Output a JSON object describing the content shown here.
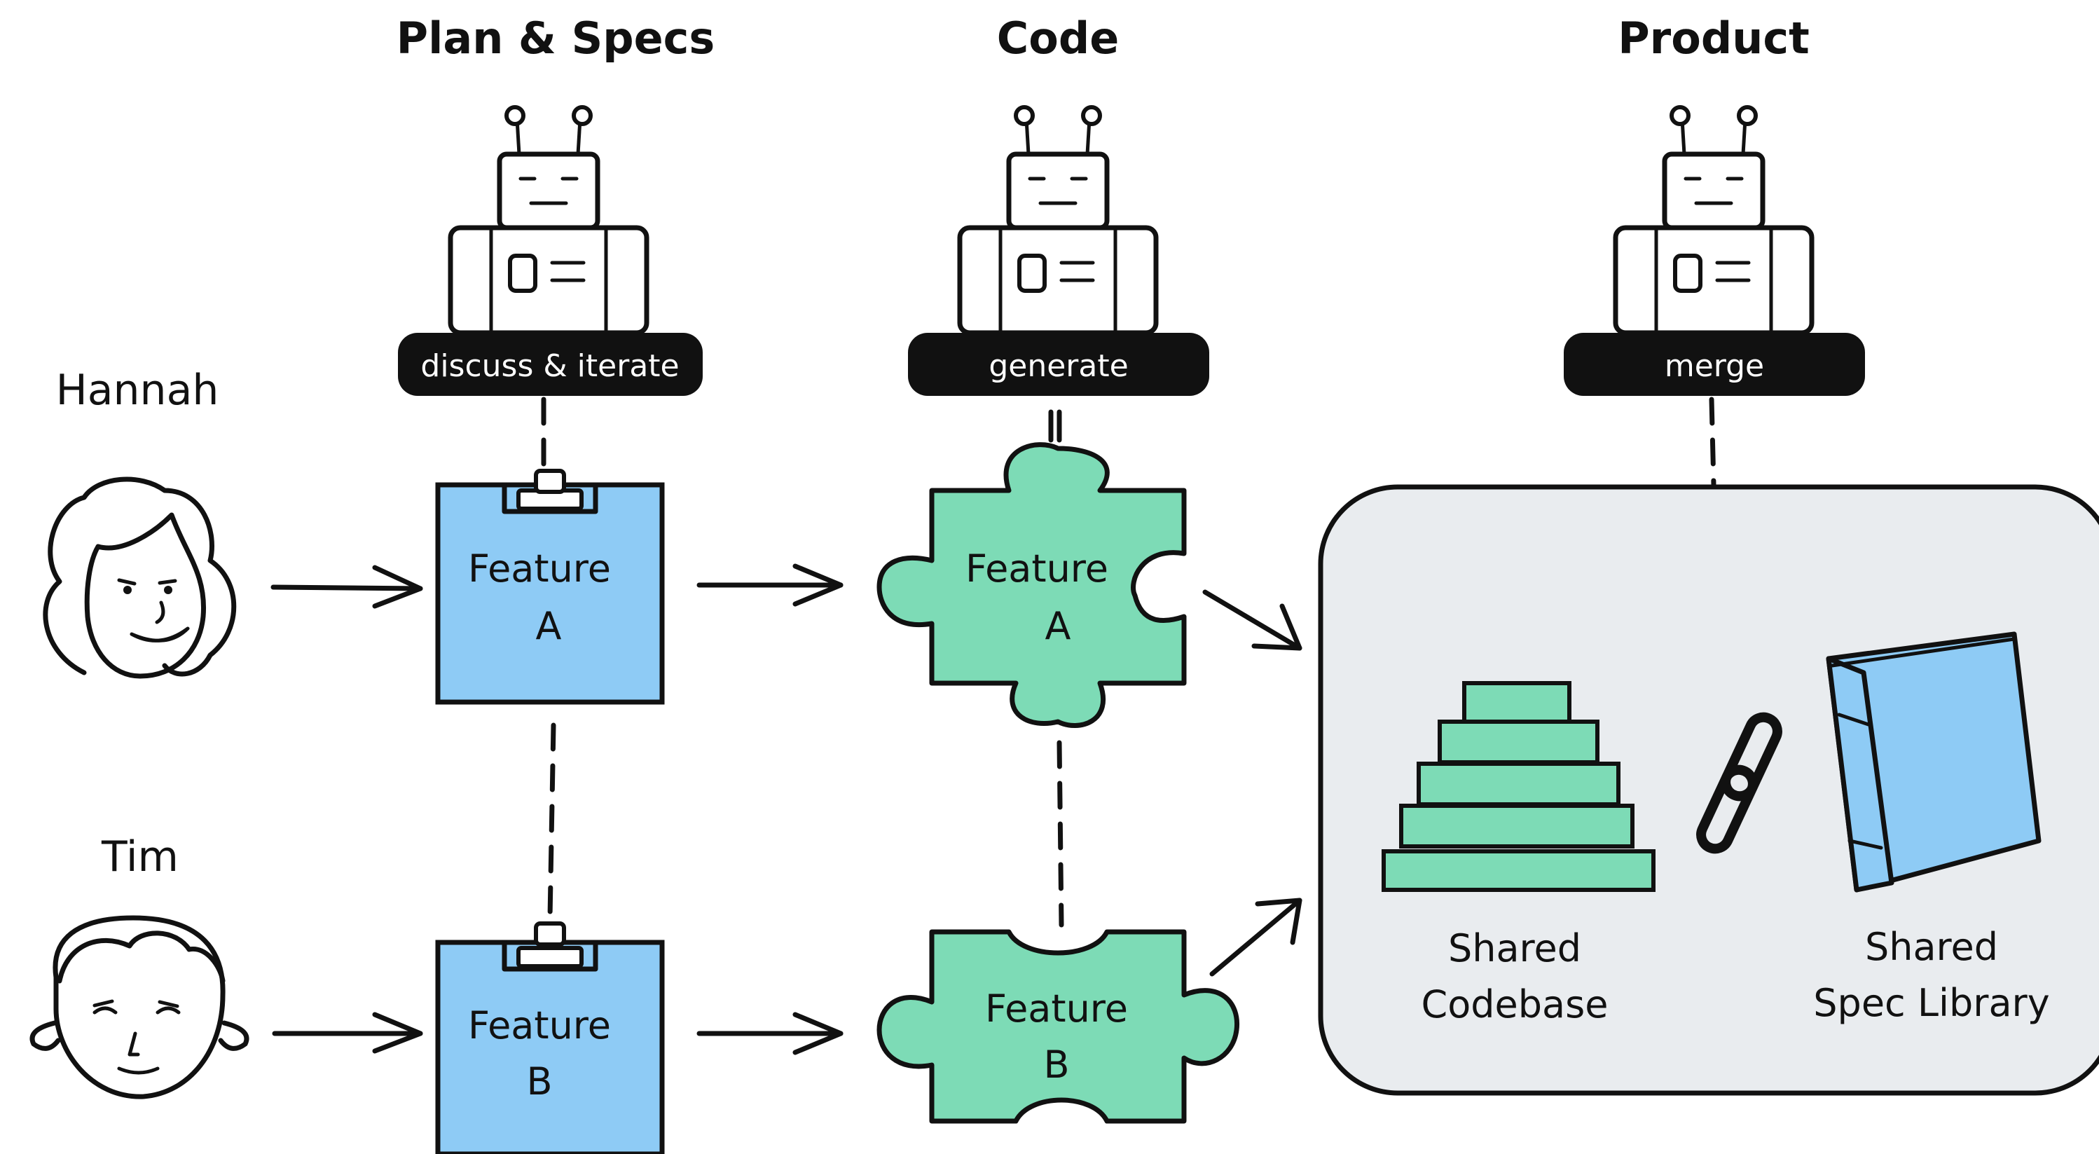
{
  "columns": {
    "plan": "Plan & Specs",
    "code": "Code",
    "product": "Product"
  },
  "people": {
    "hannah": "Hannah",
    "tim": "Tim"
  },
  "agents": {
    "plan_action": "discuss & iterate",
    "code_action": "generate",
    "product_action": "merge"
  },
  "specs": {
    "a": {
      "line1": "Feature",
      "line2": "A"
    },
    "b": {
      "line1": "Feature",
      "line2": "B"
    }
  },
  "code_pieces": {
    "a": {
      "line1": "Feature",
      "line2": "A"
    },
    "b": {
      "line1": "Feature",
      "line2": "B"
    }
  },
  "product": {
    "codebase": {
      "line1": "Shared",
      "line2": "Codebase"
    },
    "spec_library": {
      "line1": "Shared",
      "line2": "Spec Library"
    }
  },
  "colors": {
    "spec_blue": "#8ecbf5",
    "code_green": "#7ddbb6",
    "product_panel": "#e9ecef",
    "ink": "#111111",
    "pill_bg": "#111111"
  }
}
